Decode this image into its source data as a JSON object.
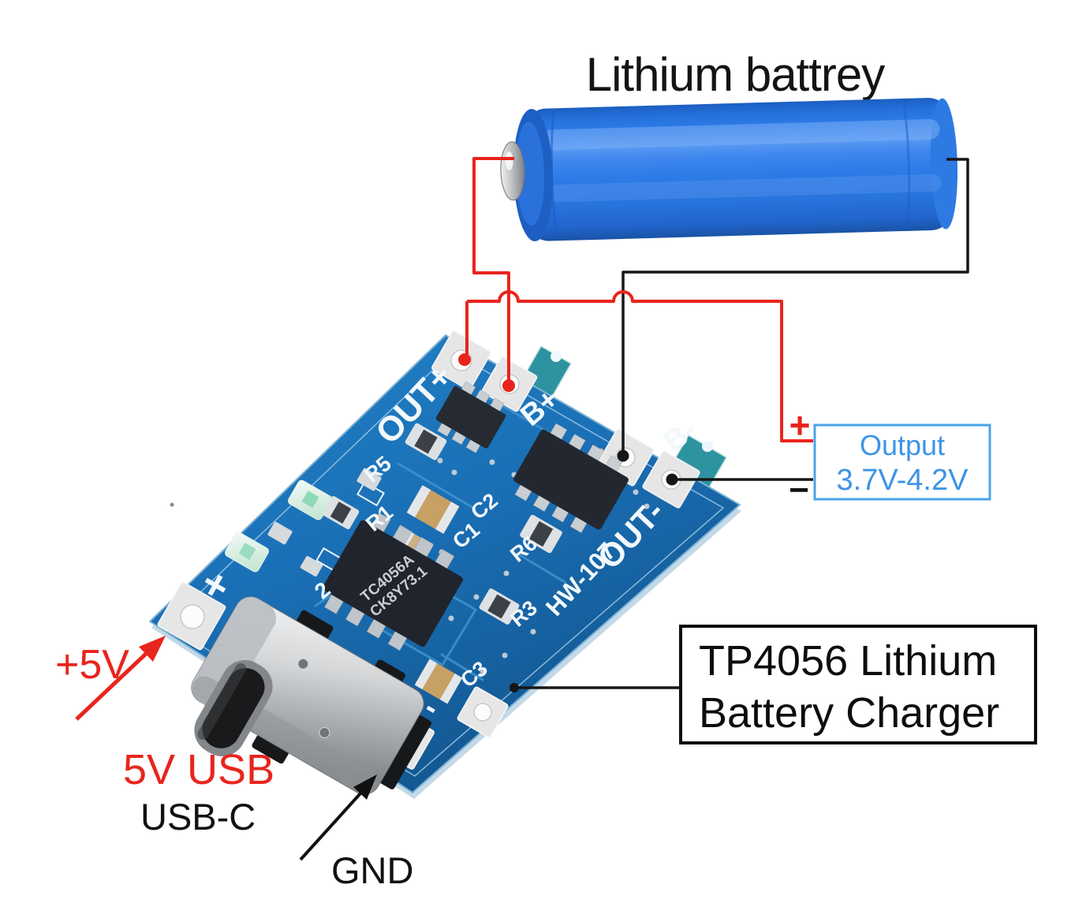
{
  "title": "Lithium battrey",
  "output_box": {
    "plus": "+",
    "minus": "−",
    "line1": "Output",
    "line2": "3.7V-4.2V"
  },
  "charger_box": {
    "line1": "TP4056 Lithium",
    "line2": "Battery Charger"
  },
  "annotations": {
    "plus_5v": "+5V",
    "usb_5v": "5V USB",
    "usb_c": "USB-C",
    "gnd": "GND"
  },
  "board": {
    "pads": {
      "out_plus": "OUT+",
      "b_plus": "B+",
      "b_minus": "B-",
      "out_minus": "OUT-"
    },
    "silkscreen": {
      "plus": "+",
      "minus": "-",
      "num2": "2",
      "r5": "R5",
      "r1": "R1",
      "c1": "C1",
      "c2": "C2",
      "c3": "C3",
      "r6": "R6",
      "r3": "R3",
      "model": "HW-107"
    },
    "chip": {
      "line1": "TC4056A",
      "line2": "CK8Y73.1"
    }
  },
  "colors": {
    "wire_red": "#e8251d",
    "wire_black": "#161616",
    "pcb_blue": "#1a6fb5",
    "battery_blue": "#2e7ce8",
    "output_accent": "#4aa3e8",
    "output_text": "#3d94e6"
  }
}
